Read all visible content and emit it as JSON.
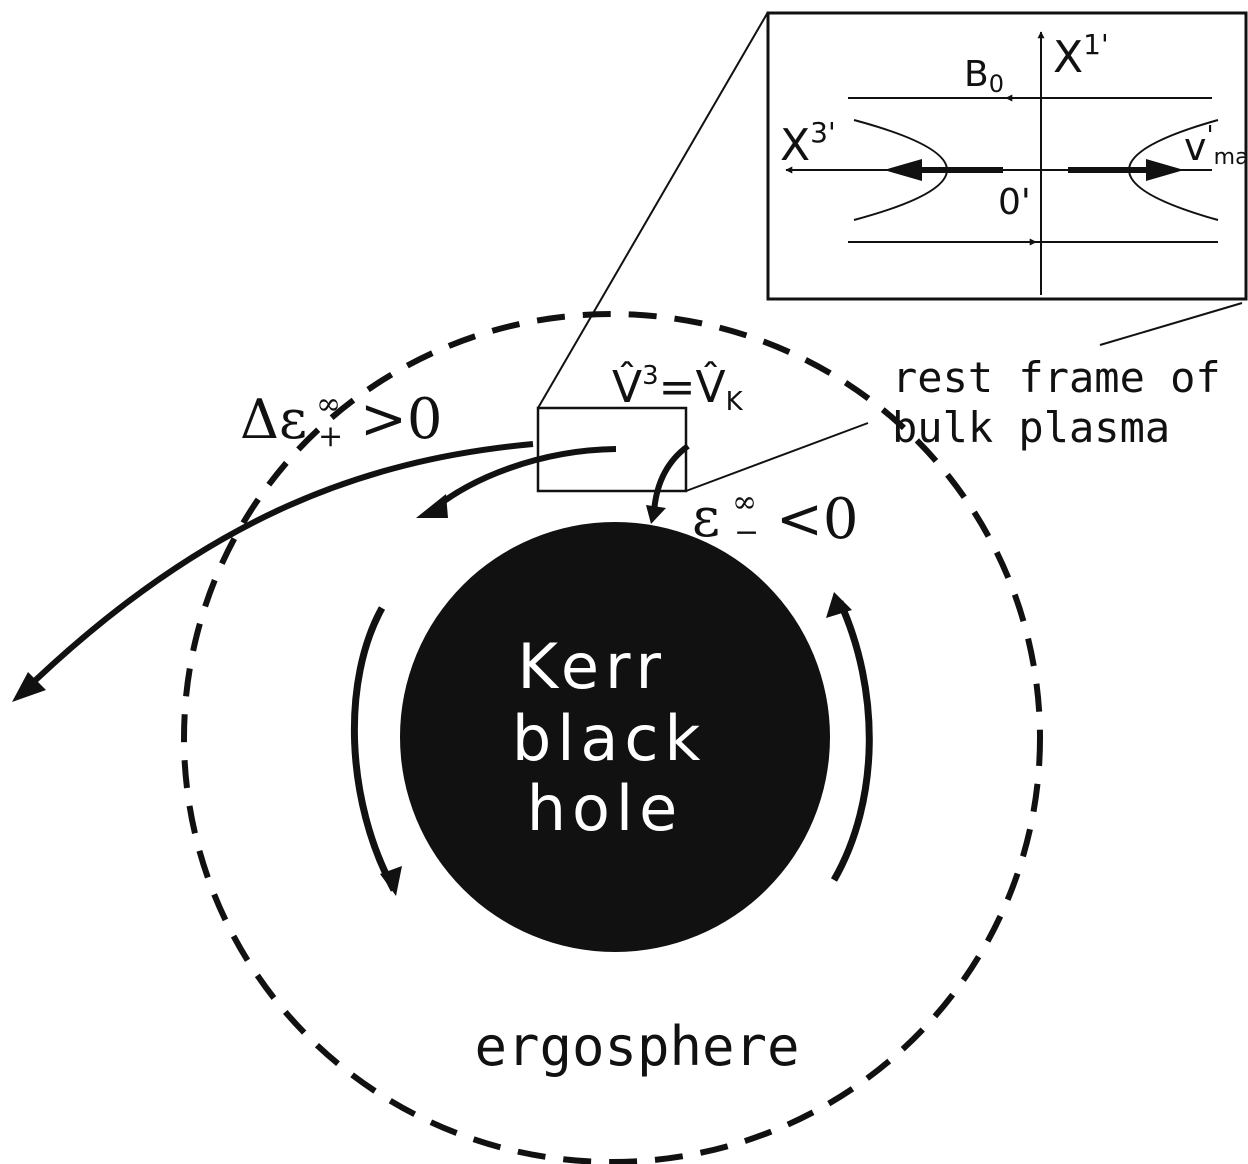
{
  "colors": {
    "ink": "#111111",
    "hole_fill": "#111111",
    "hole_text": "#ffffff",
    "background": "#ffffff"
  },
  "labels": {
    "hole_line1": "Kerr",
    "hole_line2": "black",
    "hole_line3": "hole",
    "ergosphere": "ergosphere",
    "plasma_line1": "rest frame of",
    "plasma_line2": "bulk plasma",
    "v_hat": "V̂",
    "v_hat_sup": "3",
    "v_eq": "=V̂",
    "v_k_sub": "K",
    "delta_eps_base": "Δε",
    "delta_eps_sup": "∞",
    "delta_eps_sub": "+",
    "delta_eps_rel": ">0",
    "eps_base": "ε",
    "eps_sup": "∞",
    "eps_sub": "−",
    "eps_rel": "<0"
  },
  "inset": {
    "axis_x1": "X",
    "axis_x1_sup": "1'",
    "axis_x3": "X",
    "axis_x3_sup": "3'",
    "b0": "B",
    "b0_sub": "0",
    "origin": "0'",
    "vmax": "v",
    "vmax_sup": "'",
    "vmax_sub": "max"
  }
}
